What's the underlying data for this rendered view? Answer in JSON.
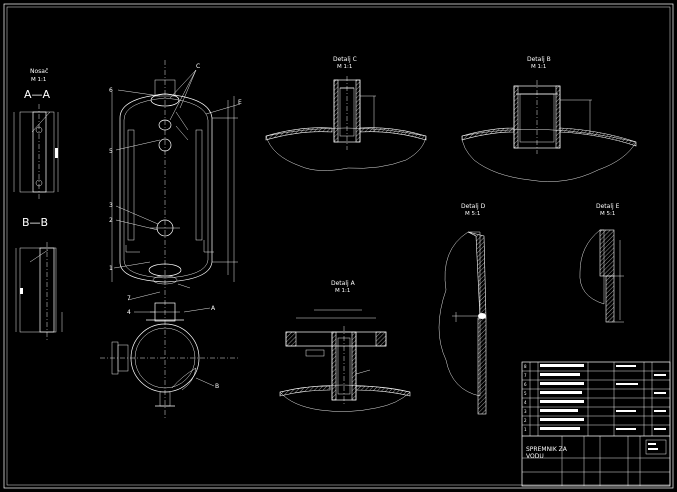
{
  "views": {
    "nosac": {
      "title": "Nosač",
      "scale": "M 1:1"
    },
    "section_aa": {
      "label": "A—A"
    },
    "section_bb": {
      "label": "B—B"
    },
    "detail_c": {
      "title": "Detalj C",
      "scale": "M 1:1"
    },
    "detail_b": {
      "title": "Detalj B",
      "scale": "M 1:1"
    },
    "detail_a": {
      "title": "Detalj A",
      "scale": "M 1:1"
    },
    "detail_d": {
      "title": "Detalj D",
      "scale": "M 5:1"
    },
    "detail_e": {
      "title": "Detalj E",
      "scale": "M 5:1"
    }
  },
  "callouts": [
    "6",
    "5",
    "3",
    "2",
    "1",
    "7",
    "4",
    "C",
    "E",
    "A",
    "B"
  ],
  "title_block": {
    "drawing_title_line1": "SPREMNIK ZA",
    "drawing_title_line2": "VODU",
    "item_numbers": [
      "8",
      "7",
      "6",
      "5",
      "4",
      "3",
      "2",
      "1"
    ]
  },
  "colors": {
    "background": "#000000",
    "lines": "#ffffff"
  }
}
